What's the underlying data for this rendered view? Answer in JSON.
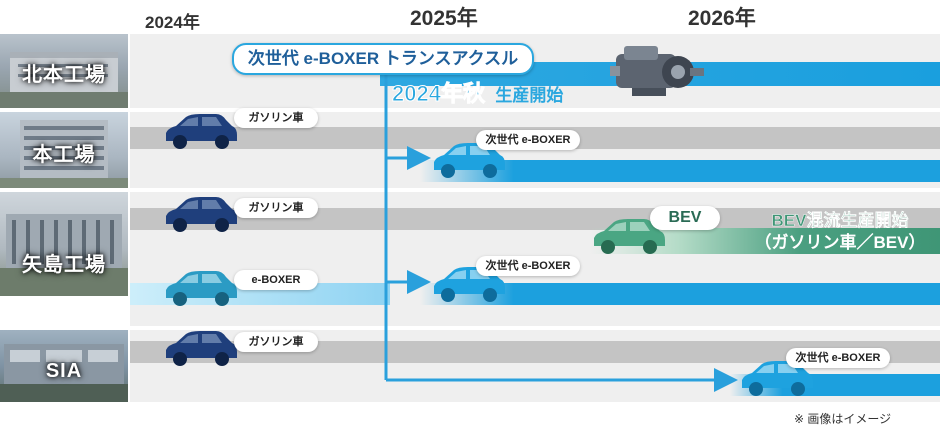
{
  "years": [
    "2024年",
    "2025年",
    "2026年"
  ],
  "plants": [
    {
      "id": "kita",
      "label": "北本工場"
    },
    {
      "id": "hon",
      "label": "本工場"
    },
    {
      "id": "yajima",
      "label": "矢島工場"
    },
    {
      "id": "sia",
      "label": "SIA"
    }
  ],
  "transaxle": {
    "label": "次世代 e-BOXER トランスアクスル",
    "start_main": "2024年秋",
    "start_sub": "生産開始"
  },
  "tags": {
    "gasoline": "ガソリン車",
    "eboxer": "e-BOXER",
    "next_eboxer": "次世代 e-BOXER",
    "bev": "BEV"
  },
  "bev_note": {
    "line1": "BEV混流生産開始",
    "line2": "（ガソリン車／BEV）"
  },
  "footnote": "※ 画像はイメージ",
  "colors": {
    "gasoline_car": "#1f3f7c",
    "eboxer_blue": "#2aa7df",
    "bev_green": "#45a07e"
  }
}
